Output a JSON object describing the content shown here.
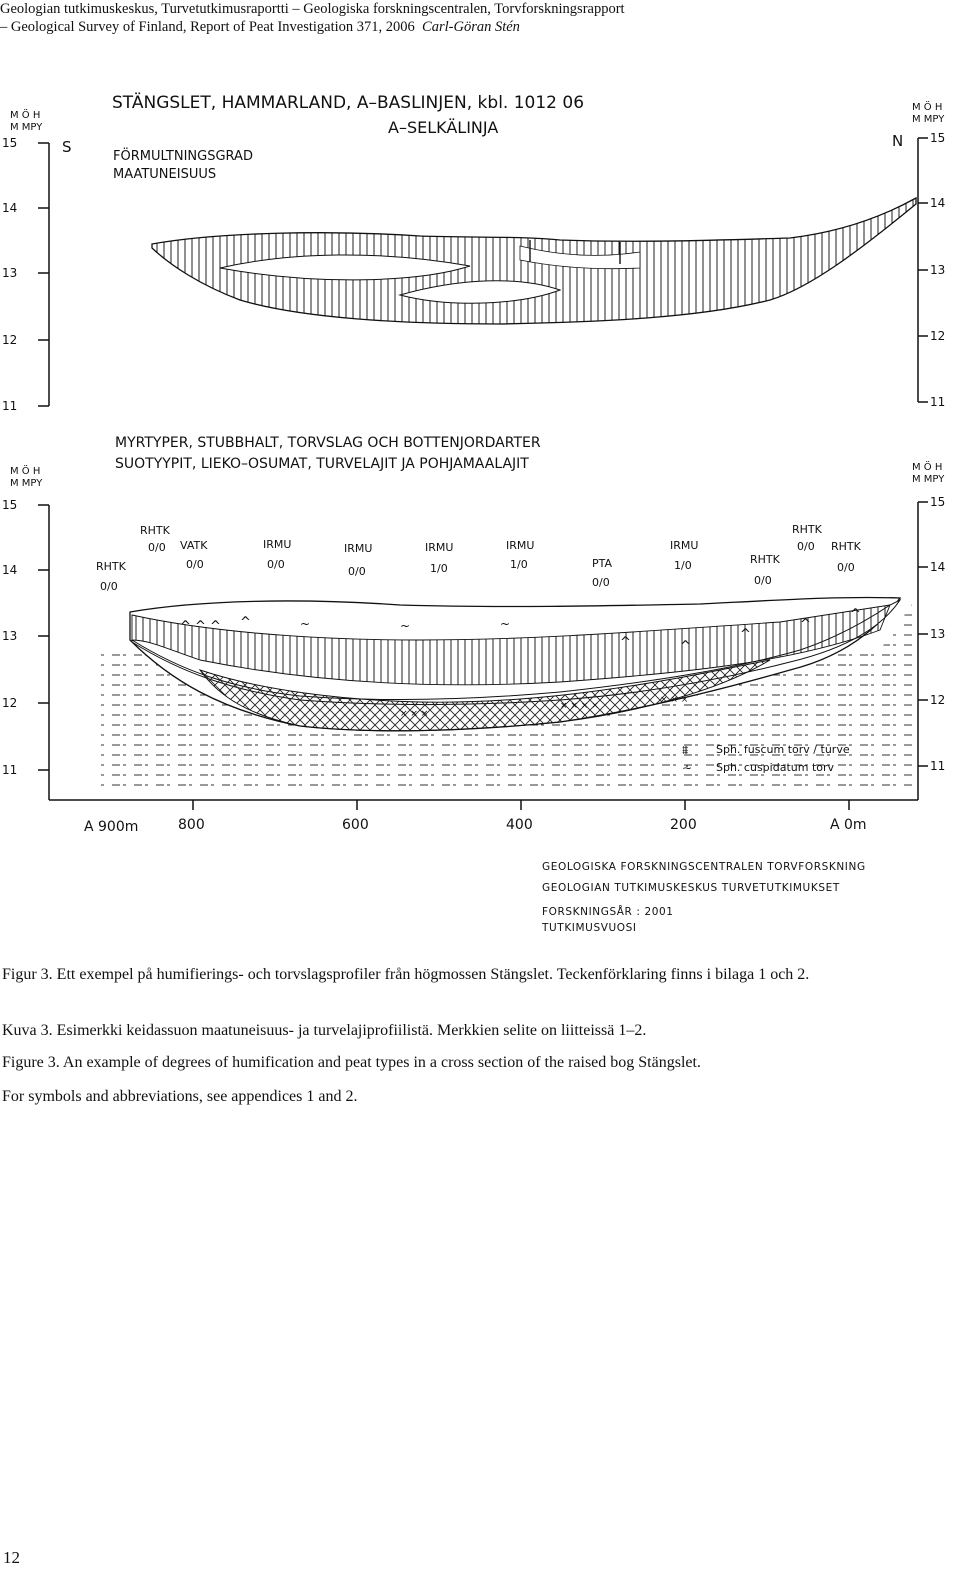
{
  "header": {
    "line1": "Geologian tutkimuskeskus, Turvetutkimusraportti – Geologiska forskningscentralen, Torvforskningsrapport",
    "line2_main": "– Geological Survey of Finland, Report of Peat Investigation 371, 2006",
    "line2_author": "Carl-Göran Stén"
  },
  "figure": {
    "top_title_1": "STÄNGSLET, HAMMARLAND, A–BASLINJEN, kbl. 1012 06",
    "top_title_2": "A–SELKÄLINJA",
    "top_sub_1": "FÖRMULTNINGSGRAD",
    "top_sub_2": "MAATUNEISUUS",
    "dir_s": "S",
    "dir_n": "N",
    "axis_label_1": "M Ö H",
    "axis_label_2": "M MPY",
    "elev_ticks": [
      "15",
      "14",
      "13",
      "12",
      "11"
    ],
    "bottom_title_1": "MYRTYPER, STUBBHALT, TORVSLAG OCH BOTTENJORDARTER",
    "bottom_title_2": "SUOTYYPIT, LIEKO–OSUMAT, TURVELAJIT JA POHJAMAALAJIT",
    "site_labels": [
      {
        "type": "RHTK",
        "val": "0/0"
      },
      {
        "type": "RHTK",
        "val": "0/0"
      },
      {
        "type": "VATK",
        "val": "0/0"
      },
      {
        "type": "IRMU",
        "val": "0/0"
      },
      {
        "type": "IRMU",
        "val": "0/0"
      },
      {
        "type": "IRMU",
        "val": "1/0"
      },
      {
        "type": "IRMU",
        "val": "1/0"
      },
      {
        "type": "PTA",
        "val": "0/0"
      },
      {
        "type": "IRMU",
        "val": "1/0"
      },
      {
        "type": "RHTK",
        "val": "0/0"
      },
      {
        "type": "RHTK",
        "val": "0/0"
      },
      {
        "type": "RHTK",
        "val": "0/0"
      }
    ],
    "legend_1": "Sph. fuscum torv / turve",
    "legend_2": "Sph. cuspidatum torv",
    "distance_ticks": [
      "A 900m",
      "800",
      "600",
      "400",
      "200",
      "A 0m"
    ],
    "institution_1": "GEOLOGISKA FORSKNINGSCENTRALEN TORVFORSKNING",
    "institution_2": "GEOLOGIAN TUTKIMUSKESKUS TURVETUTKIMUKSET",
    "year_1": "FORSKNINGSÅR : 2001",
    "year_2": "TUTKIMUSVUOSI"
  },
  "captions": {
    "sv": "Figur 3.  Ett exempel på humifierings- och torvslagsprofiler från högmossen Stängslet. Teckenförklaring finns i bilaga 1 och 2.",
    "fi": "Kuva 3.  Esimerkki keidassuon maatuneisuus- ja turvelajiprofiilistä. Merkkien selite on liitteissä 1–2.",
    "en_1": "Figure 3.  An example of degrees of humification and peat types in a cross section of the raised bog Stängslet.",
    "en_2": "For symbols and abbreviations, see appendices 1 and 2."
  },
  "page_number": "12"
}
